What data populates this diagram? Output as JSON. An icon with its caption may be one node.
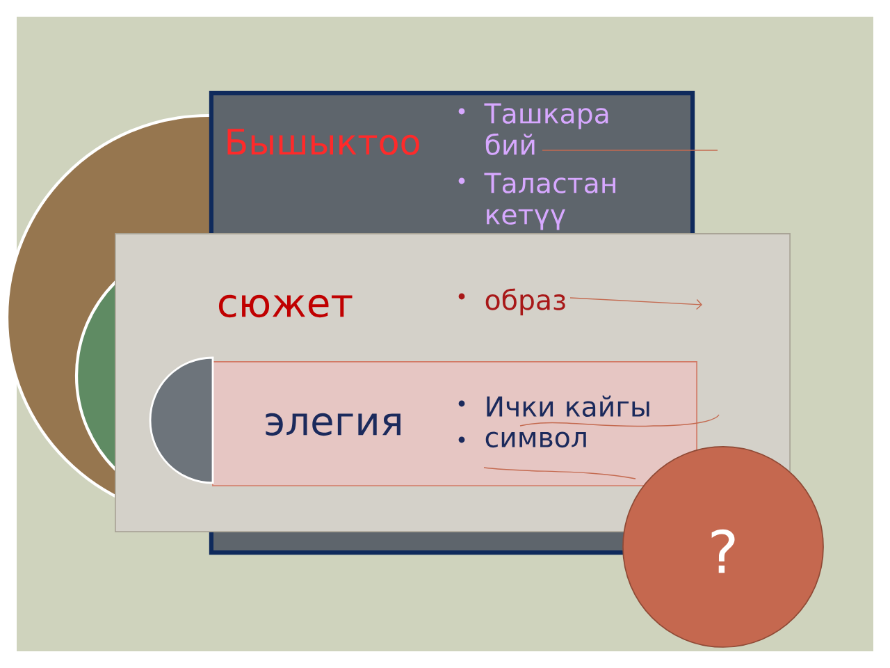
{
  "diagram": {
    "nodes": [
      {
        "text": [
          "Бышыктоо",
          "Ташкара бий",
          "Таластан кетүү"
        ]
      },
      {
        "text": [
          "сюжет",
          "образ"
        ]
      },
      {
        "text": [
          "элегия",
          "Ички кайгы",
          "символ"
        ]
      },
      {
        "text": [
          "?"
        ]
      },
      {
        "text": [],
        "shape": "circle",
        "in": 1
      }
    ]
  }
}
